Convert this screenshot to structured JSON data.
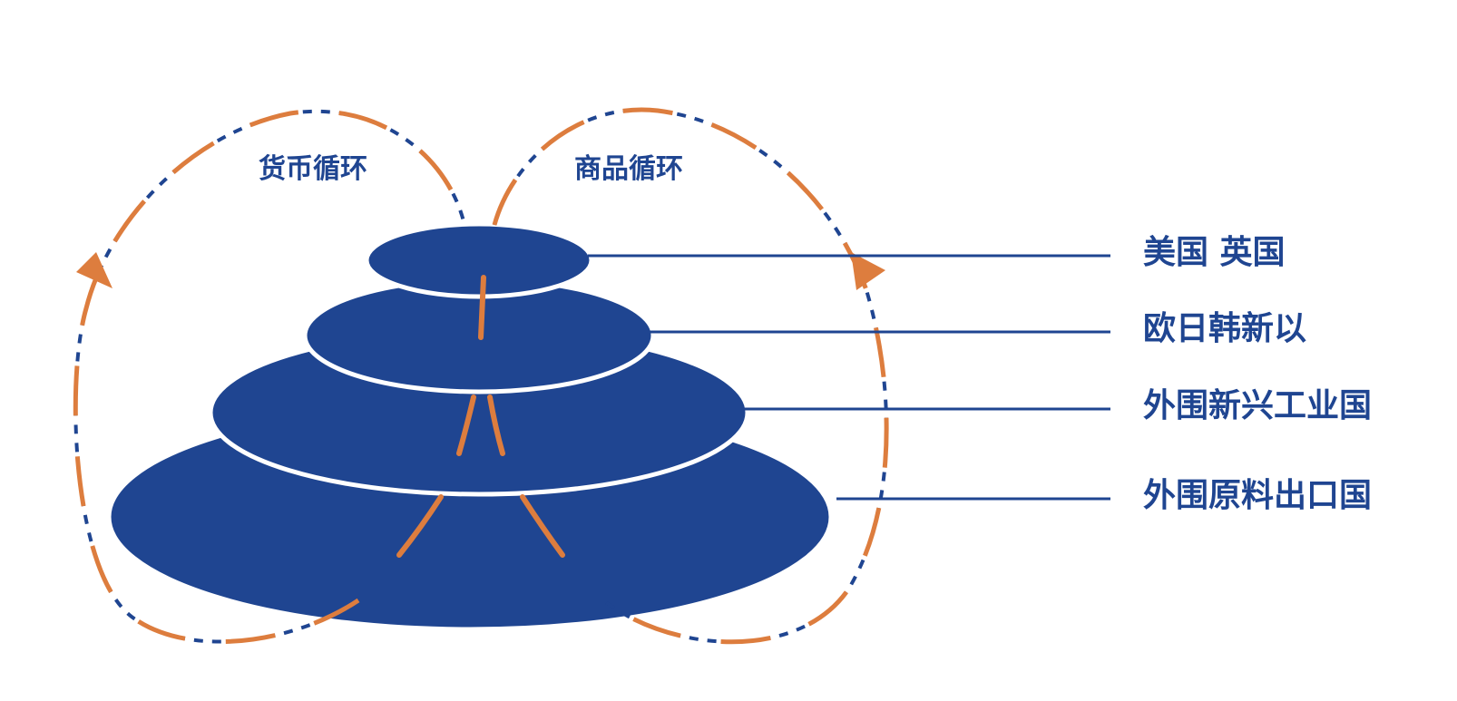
{
  "colors": {
    "tier_fill": "#1f4591",
    "connector_line": "#1f4591",
    "arrow_orange": "#dd7d3e",
    "dash_navy": "#1f4591",
    "label_text": "#1f4591",
    "background": "#ffffff"
  },
  "cycles": {
    "money": {
      "label": "货币循环"
    },
    "goods": {
      "label": "商品循环"
    }
  },
  "tiers": [
    {
      "label": "美国 英国"
    },
    {
      "label": "欧日韩新以"
    },
    {
      "label": "外围新兴工业国"
    },
    {
      "label": "外围原料出口国"
    }
  ]
}
